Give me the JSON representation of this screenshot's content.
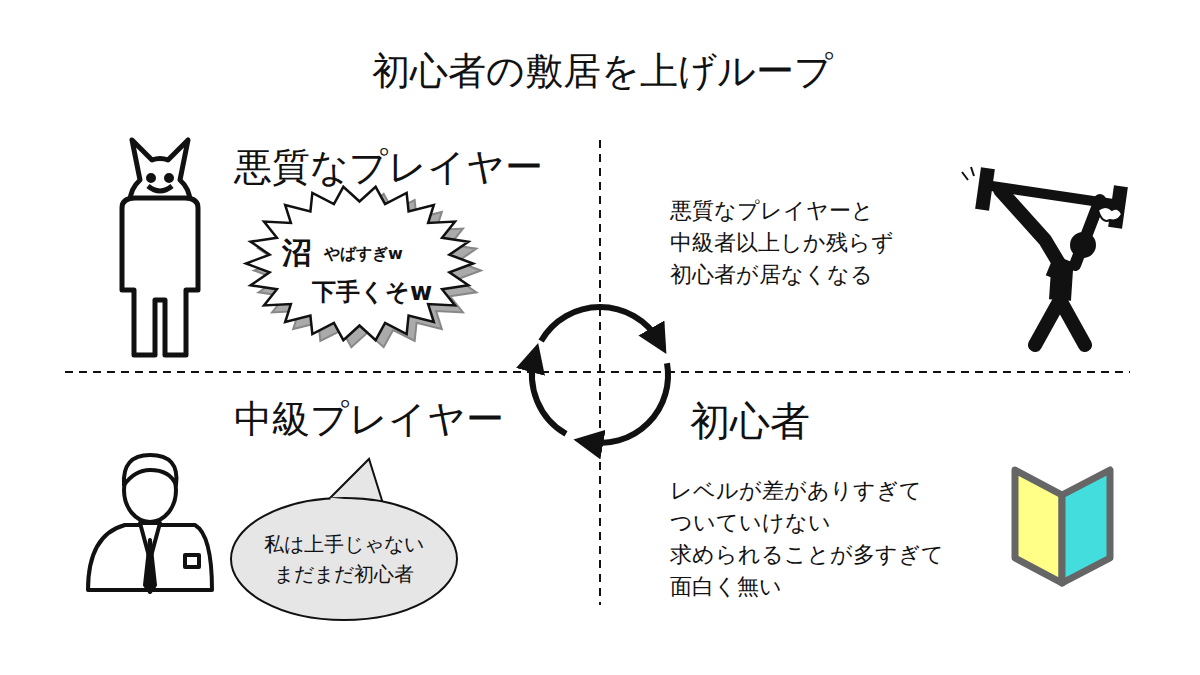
{
  "diagram": {
    "title": "初心者の敷居を上げループ",
    "nodes": [
      {
        "text": [
          "沼",
          "やばすぎw",
          "下手くそw"
        ]
      },
      {
        "text": [
          "私は上手じゃない まだまだ初心者"
        ]
      }
    ],
    "labels": [
      "悪質なプレイヤー",
      "悪質なプレイヤーと 中級者以上しか残らず 初心者が居なくなる",
      "中級プレイヤー",
      "初心者",
      "レベルが差がありすぎて ついていけない 求められることが多すぎて 面白く無い"
    ]
  }
}
